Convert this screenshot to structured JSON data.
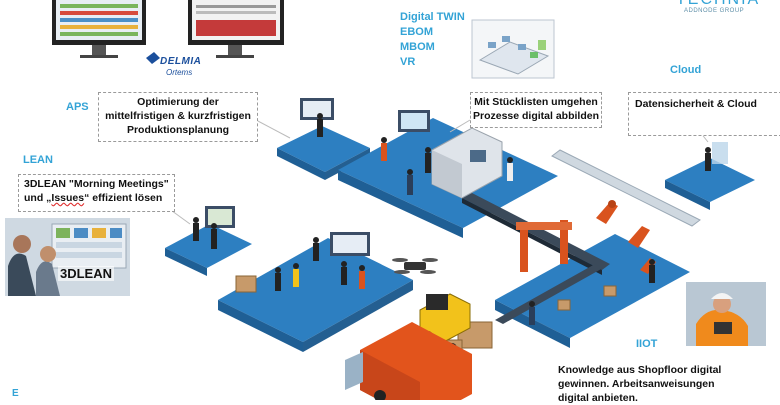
{
  "labels": {
    "aps": "APS",
    "lean": "LEAN",
    "cloud": "Cloud",
    "iiot": "IIOT",
    "e_fragment": "E"
  },
  "digital_twin": {
    "lines": [
      "Digital TWIN",
      "EBOM",
      "MBOM",
      "VR"
    ]
  },
  "callouts": {
    "aps_box": [
      "Optimierung der",
      "mittelfristigen & kurzfristigen",
      "Produktionsplanung"
    ],
    "bom_box": [
      "Mit Stücklisten umgehen",
      "Prozesse digital abbilden"
    ],
    "cloud_box": [
      "Datensicherheit & Cloud"
    ],
    "lean_box": {
      "line1": "3DLEAN \"Morning Meetings\"",
      "line2_prefix": "und „",
      "line2_underlined": "Issues",
      "line2_suffix": "“ effizient lösen"
    },
    "iiot_text": [
      "Knowledge aus Shopfloor digital",
      "gewinnen. Arbeitsanweisungen",
      "digital anbieten."
    ]
  },
  "logos": {
    "delmia_name": "DELMIA",
    "delmia_sub": "Ortems",
    "technia_name": "TECHNIA",
    "technia_sub": "ADDNODE GROUP",
    "lean_photo_caption": "3DLEAN"
  },
  "colors": {
    "accent_blue": "#33a3d6",
    "platform_blue": "#2d7fc1",
    "platform_dark": "#1f5f95",
    "truck_orange": "#e2541c",
    "robot_orange": "#d9531e",
    "text_dark": "#111111"
  }
}
